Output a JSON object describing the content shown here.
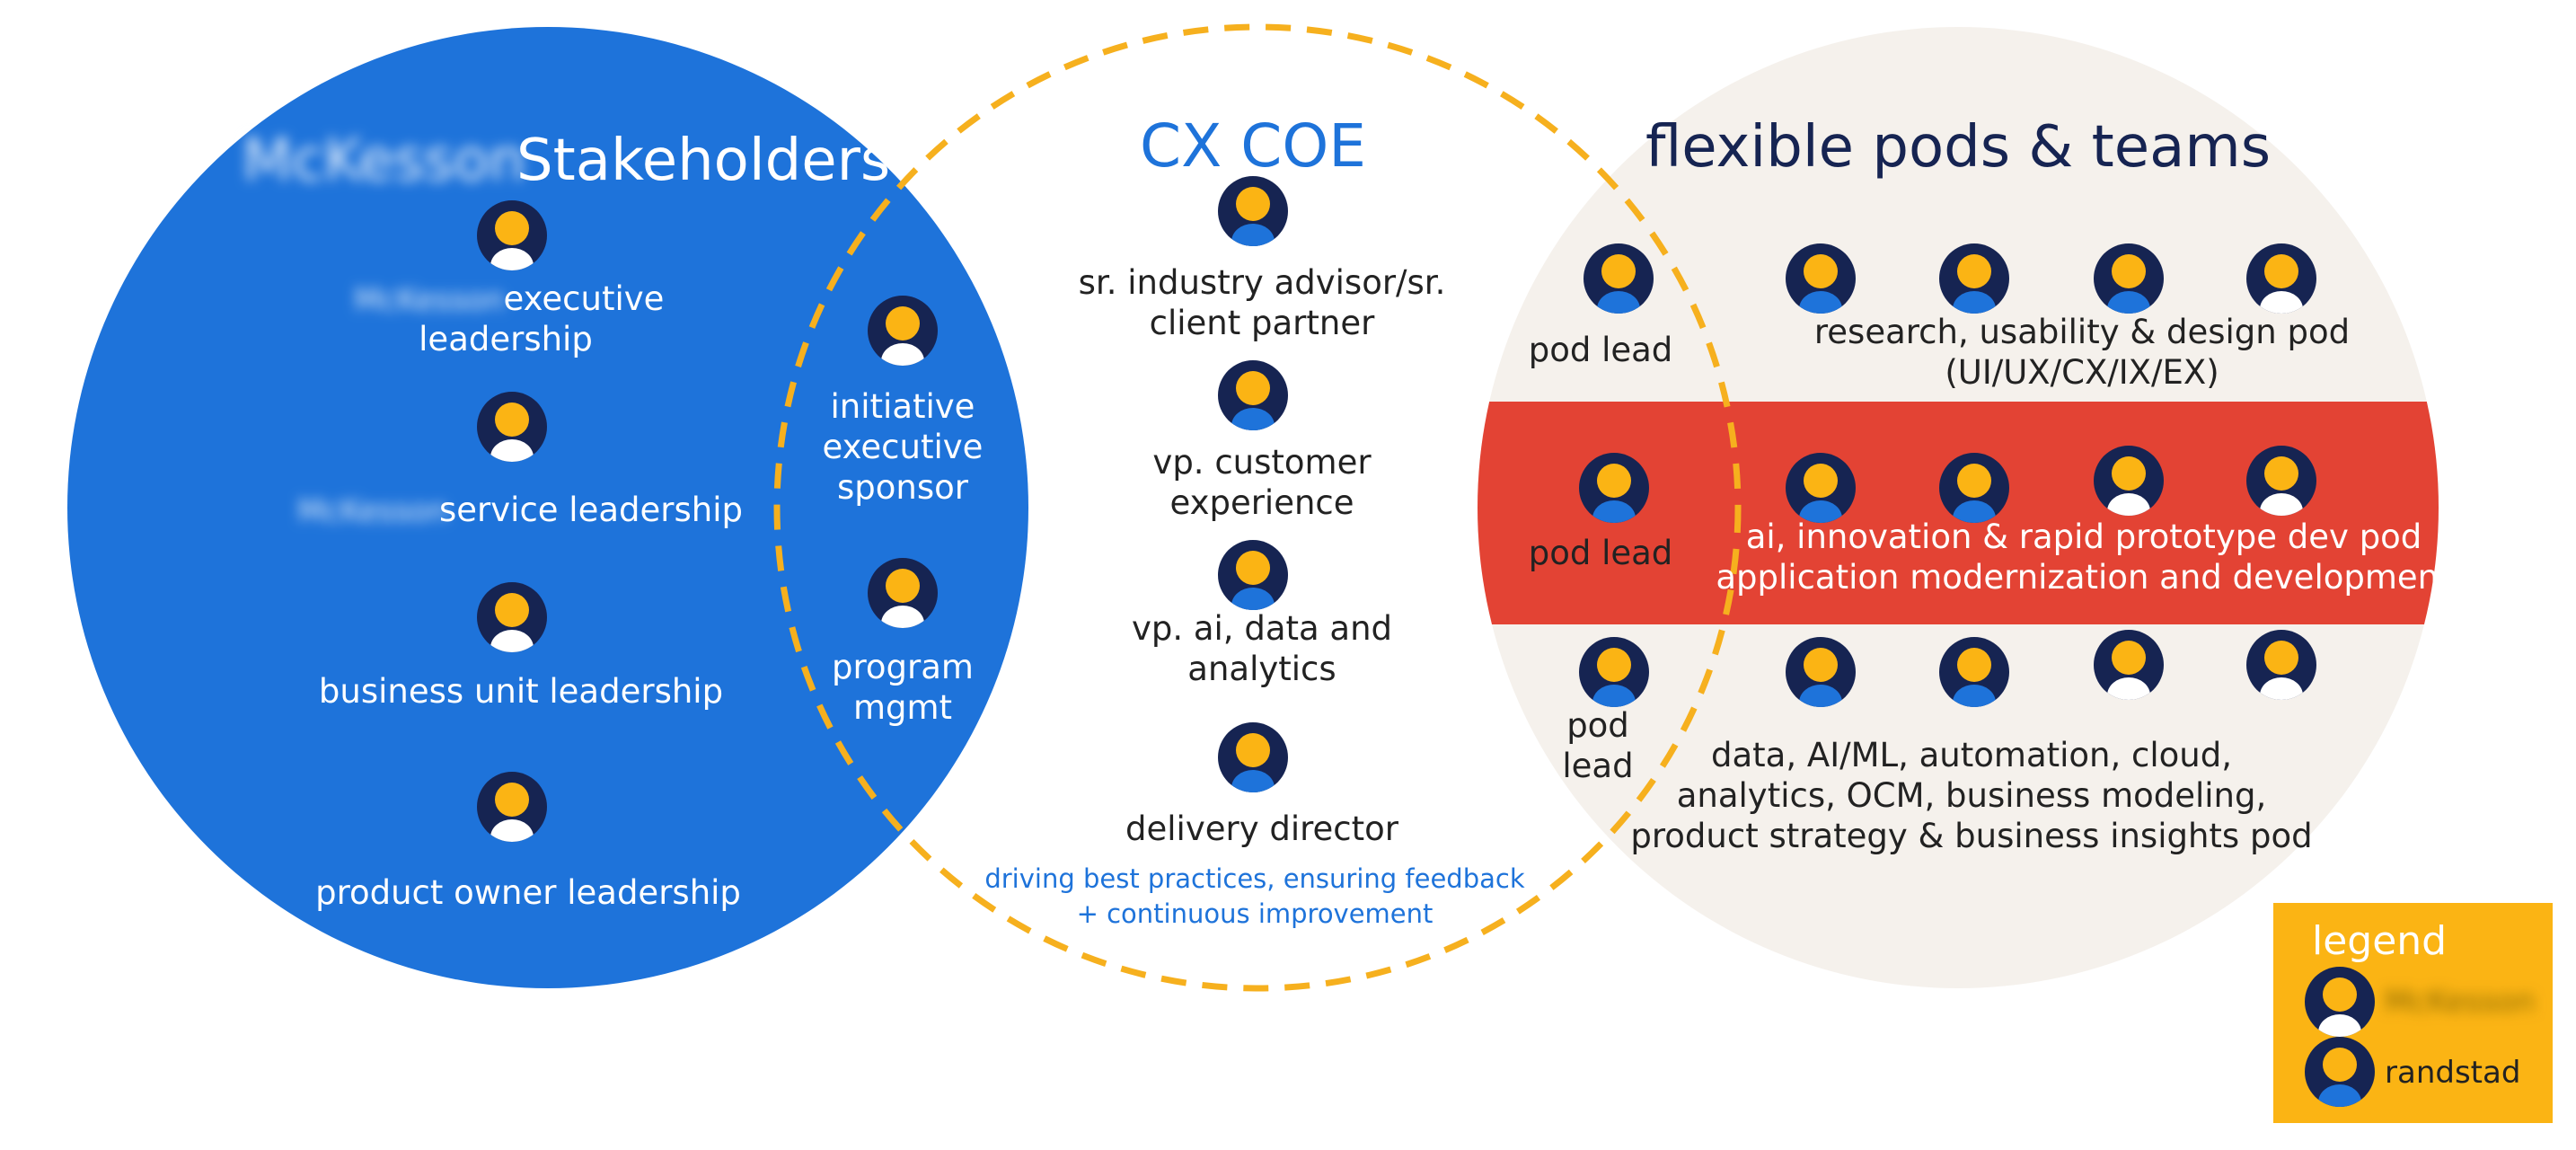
{
  "colors": {
    "stakeholders_circle": "#1E73DA",
    "pods_circle": "#F5F1EC",
    "red_band": "#E34334",
    "dashed_circle": "#F6B01E",
    "legend_bg": "#FBB414",
    "navy": "#162452",
    "avatar_face": "#FBB414",
    "avatar_body_client": "#FFFFFF",
    "avatar_body_randstad": "#1E73DA",
    "cx_title": "#1E73DA",
    "pods_title": "#162452",
    "body_text": "#222222",
    "footer_text": "#1E73DA",
    "on_blue_text": "#FFFFFF"
  },
  "stakeholders": {
    "brand_blurred": "McKesson",
    "title": "Stakeholders",
    "roles": [
      {
        "blurred": "McKesson",
        "lines": [
          "executive",
          "leadership"
        ],
        "avatar": "client"
      },
      {
        "blurred": "McKesson",
        "lines": [
          "service leadership"
        ],
        "avatar": "client"
      },
      {
        "lines": [
          "business unit leadership"
        ],
        "avatar": "client"
      },
      {
        "lines": [
          "product owner leadership"
        ],
        "avatar": "client"
      }
    ]
  },
  "overlap_left": {
    "roles": [
      {
        "lines": [
          "initiative",
          "executive",
          "sponsor"
        ],
        "avatar": "client"
      },
      {
        "lines": [
          "program",
          "mgmt"
        ],
        "avatar": "client"
      }
    ]
  },
  "cx_coe": {
    "title": "CX COE",
    "roles": [
      {
        "lines": [
          "sr. industry advisor/sr.",
          "client partner"
        ],
        "avatar": "randstad"
      },
      {
        "lines": [
          "vp. customer",
          "experience"
        ],
        "avatar": "randstad"
      },
      {
        "lines": [
          "vp. ai, data and",
          "analytics"
        ],
        "avatar": "randstad"
      },
      {
        "lines": [
          "delivery director"
        ],
        "avatar": "randstad"
      }
    ],
    "footer": [
      "driving best practices, ensuring feedback",
      "+ continuous improvement"
    ]
  },
  "pods": {
    "title": "flexible pods & teams",
    "rows": [
      {
        "lead": [
          "pod lead"
        ],
        "lead_avatar": "randstad",
        "member_avatars": [
          "randstad",
          "randstad",
          "randstad",
          "client"
        ],
        "label": [
          "research, usability & design pod",
          "(UI/UX/CX/IX/EX)"
        ]
      },
      {
        "lead": [
          "pod lead"
        ],
        "lead_avatar": "randstad",
        "member_avatars": [
          "randstad",
          "randstad",
          "client",
          "client"
        ],
        "label": [
          "ai, innovation & rapid prototype dev pod",
          "application modernization and development"
        ]
      },
      {
        "lead": [
          "pod",
          "lead"
        ],
        "lead_avatar": "randstad",
        "member_avatars": [
          "randstad",
          "randstad",
          "client",
          "client"
        ],
        "label": [
          "data, AI/ML, automation, cloud,",
          "analytics, OCM, business modeling,",
          "product strategy & business insights pod"
        ]
      }
    ]
  },
  "legend": {
    "title": "legend",
    "items": [
      {
        "label": "McKesson",
        "blurred": true,
        "avatar": "client"
      },
      {
        "label": "randstad",
        "blurred": false,
        "avatar": "randstad"
      }
    ]
  }
}
